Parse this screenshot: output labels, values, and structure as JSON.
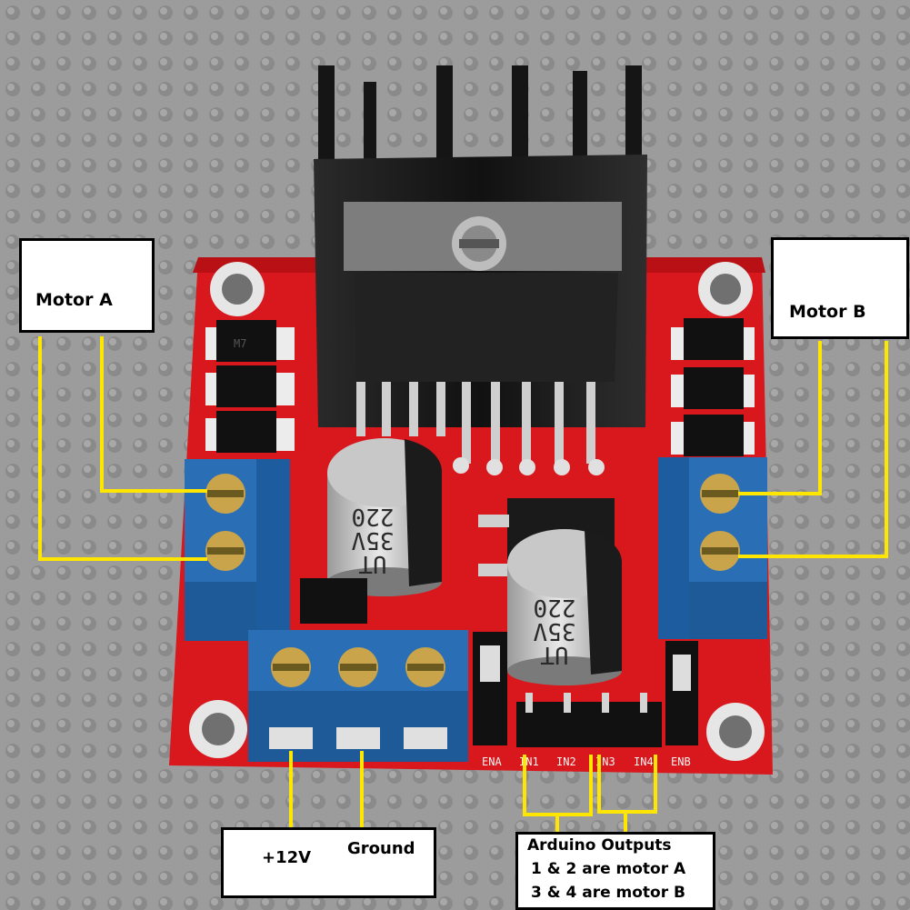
{
  "labels": {
    "motor_a": "Motor A",
    "motor_b": "Motor B",
    "plus12v": "+12V",
    "ground": "Ground",
    "arduino_line1": "Arduino Outputs",
    "arduino_line2": "1 & 2 are motor A",
    "arduino_line3": "3 & 4 are motor B"
  },
  "silkscreen": {
    "ena": "ENA",
    "in1": "IN1",
    "in2": "IN2",
    "in3": "IN3",
    "in4": "IN4",
    "enb": "ENB"
  },
  "capacitor": {
    "line1": "220",
    "line2": "35V",
    "line3": "UT"
  },
  "diode_marking": "M7",
  "colors": {
    "pcb": "#d8181c",
    "terminal": "#2a6fb6",
    "heatsink": "#1b1b1b",
    "wire": "#ffe600",
    "label_bg": "#ffffff",
    "background": "#9a9a9a"
  }
}
